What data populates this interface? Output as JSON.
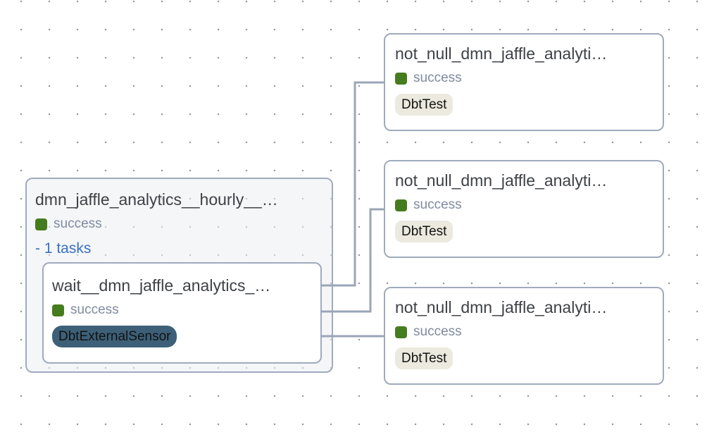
{
  "group": {
    "title": "dmn_jaffle_analytics__hourly__…",
    "state": "success",
    "tasks_toggle_label": "- 1 tasks",
    "task": {
      "title": "wait__dmn_jaffle_analytics_…",
      "state": "success",
      "operator": "DbtExternalSensor"
    }
  },
  "tests": [
    {
      "title": "not_null_dmn_jaffle_analyti…",
      "state": "success",
      "operator": "DbtTest"
    },
    {
      "title": "not_null_dmn_jaffle_analyti…",
      "state": "success",
      "operator": "DbtTest"
    },
    {
      "title": "not_null_dmn_jaffle_analyti…",
      "state": "success",
      "operator": "DbtTest"
    }
  ],
  "colors": {
    "success_green": "#457c1e",
    "edge_gray": "#9aa5b8",
    "node_border": "#a0aabd",
    "sensor_badge_bg": "#3d6078",
    "test_badge_bg": "#eceadf",
    "link_blue": "#3a70c2"
  }
}
